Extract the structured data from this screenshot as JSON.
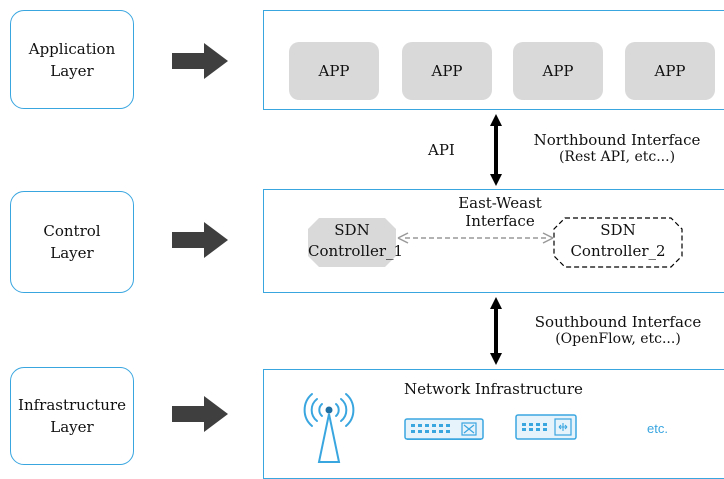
{
  "layers": [
    {
      "line1": "Application",
      "line2": "Layer"
    },
    {
      "line1": "Control",
      "line2": "Layer"
    },
    {
      "line1": "Infrastructure",
      "line2": "Layer"
    }
  ],
  "apps": [
    "APP",
    "APP",
    "APP",
    "APP"
  ],
  "api_label": "API",
  "northbound": {
    "title": "Northbound Interface",
    "subtitle": "(Rest API, etc...)"
  },
  "east_west": {
    "line1": "East-Weast",
    "line2": "Interface"
  },
  "controllers": [
    {
      "line1": "SDN",
      "line2": "Controller_1",
      "style": "solid-gray"
    },
    {
      "line1": "SDN",
      "line2": "Controller_2",
      "style": "dashed"
    }
  ],
  "southbound": {
    "title": "Southbound Interface",
    "subtitle": "(OpenFlow, etc...)"
  },
  "infrastructure": {
    "title": "Network Infrastructure",
    "etc_label": "etc."
  },
  "icons": [
    "wireless-tower-icon",
    "network-switch-icon",
    "network-router-icon"
  ],
  "colors": {
    "border": "#3aa6e0",
    "app_fill": "#d9d9d9",
    "arrow": "#3f3f3f",
    "etc_text": "#3aa6e0"
  }
}
